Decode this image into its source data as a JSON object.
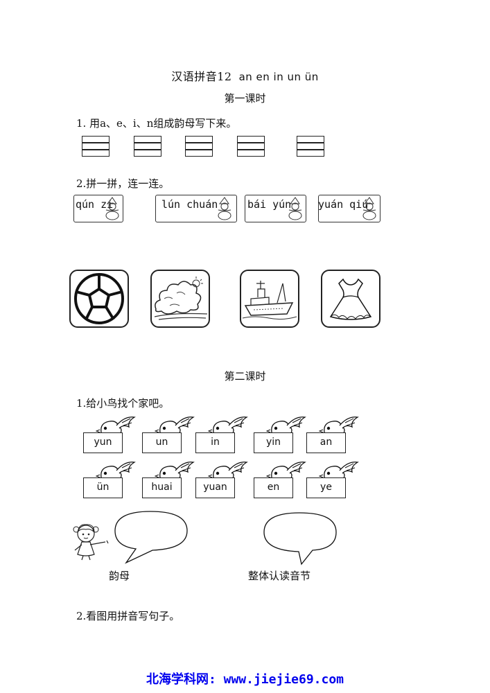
{
  "title": {
    "text": "汉语拼音12",
    "pinyin": "an en in un ün"
  },
  "lesson1": "第一课时",
  "q1_1": "1. 用a、e、i、n组成韵母写下来。",
  "q1_2": "2.拼一拼，连一连。",
  "pinyin_cards": [
    "qún zi",
    "lún chuán",
    "bái yún",
    "yuán qiú"
  ],
  "pictures": [
    {
      "name": "soccer-ball-icon"
    },
    {
      "name": "cloud-icon"
    },
    {
      "name": "ship-icon"
    },
    {
      "name": "dress-icon"
    }
  ],
  "lesson2": "第二课时",
  "q2_1": "1.给小鸟找个家吧。",
  "bird_row1": [
    "yun",
    "un",
    "in",
    "yin",
    "an"
  ],
  "bird_row2": [
    "ün",
    "huai",
    "yuan",
    "en",
    "ye"
  ],
  "bubble_labels": {
    "left": "韵母",
    "right": "整体认读音节"
  },
  "q2_2": "2.看图用拼音写句子。",
  "footer": "北海学科网: www.jiejie69.com"
}
